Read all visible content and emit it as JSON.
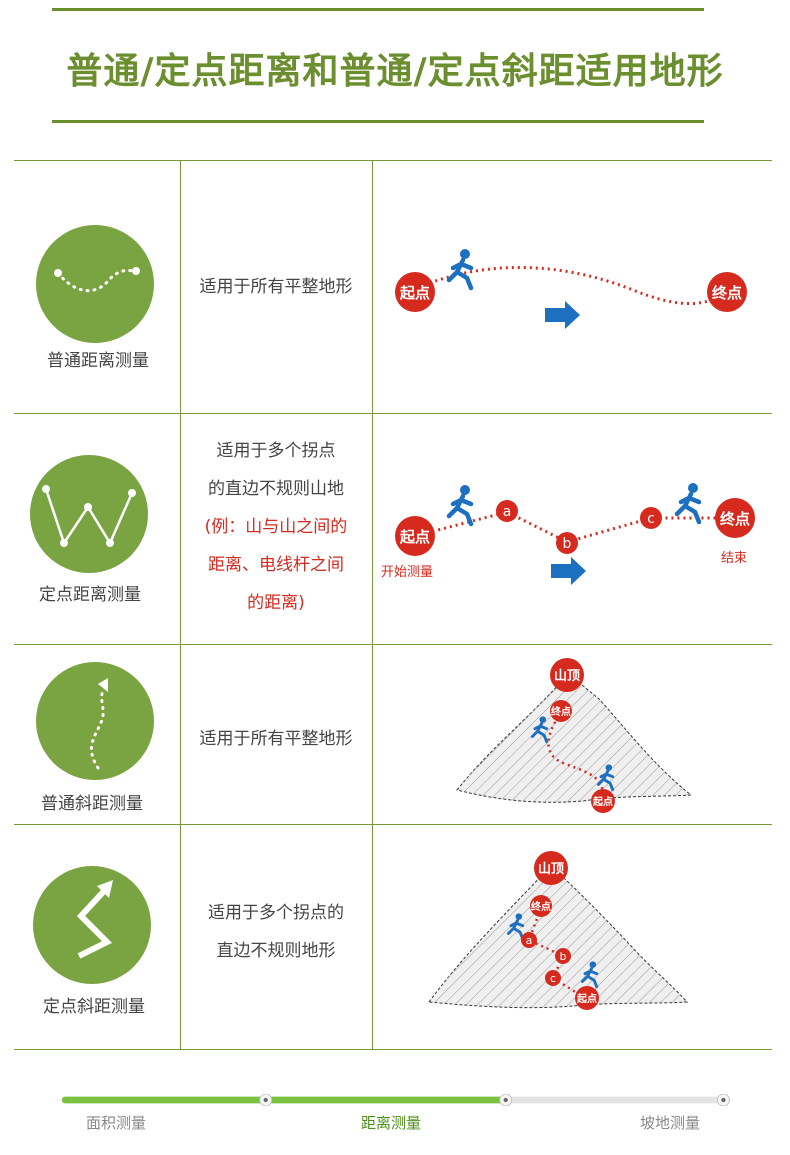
{
  "title": "普通/定点距离和普通/定点斜距适用地形",
  "colors": {
    "accent": "#6b8e2f",
    "circle": "#7aa441",
    "red": "#d62a1f",
    "blue": "#1d6fc0",
    "active_tab": "#4e8f1a",
    "inactive_tab": "#888888"
  },
  "rows": [
    {
      "mode": "普通距离测量",
      "icon": "wavy-dots-icon",
      "desc_lines": [
        "适用于所有平整地形"
      ],
      "diagram": {
        "start": "起点",
        "end": "终点"
      }
    },
    {
      "mode": "定点距离测量",
      "icon": "zigzag-w-icon",
      "desc_lines": [
        "适用于多个拐点",
        "的直边不规则山地"
      ],
      "desc_note_lines": [
        "(例：山与山之间的",
        "距离、电线杆之间",
        "的距离)"
      ],
      "diagram": {
        "start": "起点",
        "end": "终点",
        "points": [
          "a",
          "b",
          "c"
        ],
        "start_caption": "开始测量",
        "end_caption": "结束"
      }
    },
    {
      "mode": "普通斜距测量",
      "icon": "dotted-slope-arrow-icon",
      "desc_lines": [
        "适用于所有平整地形"
      ],
      "diagram": {
        "summit": "山顶",
        "start": "起点",
        "end": "终点"
      }
    },
    {
      "mode": "定点斜距测量",
      "icon": "zigzag-arrow-icon",
      "desc_lines": [
        "适用于多个拐点的",
        "直边不规则地形"
      ],
      "diagram": {
        "summit": "山顶",
        "start": "起点",
        "end": "终点",
        "points": [
          "a",
          "b",
          "c"
        ]
      }
    }
  ],
  "progress": {
    "tabs": [
      "面积测量",
      "距离测量",
      "坡地测量"
    ],
    "active_index": 1
  }
}
